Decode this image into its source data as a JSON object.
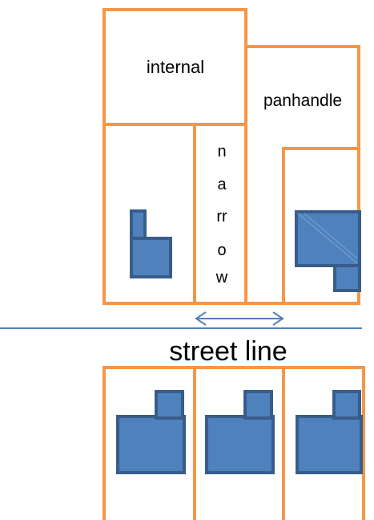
{
  "colors": {
    "lot_outline": "#F79646",
    "building_fill": "#4F81BD",
    "building_outline": "#385D8A",
    "street_line": "#4F81BD",
    "background": "#FFFFFF"
  },
  "labels": {
    "internal": "internal",
    "panhandle": "panhandle",
    "narrow_letters": [
      "n",
      "a",
      "rr",
      "o",
      "w"
    ],
    "street_line": "street line"
  },
  "lots": {
    "above_street": [
      "internal",
      "panhandle",
      "lower-left",
      "narrow",
      "panhandle-strip",
      "right"
    ],
    "below_street": [
      "left",
      "middle",
      "right"
    ]
  }
}
